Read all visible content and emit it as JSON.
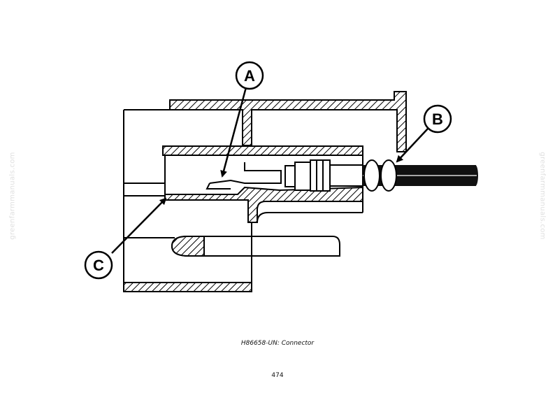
{
  "watermark": {
    "text": "greenfarmmanuals.com"
  },
  "diagram": {
    "callouts": [
      {
        "id": "a",
        "label": "A"
      },
      {
        "id": "b",
        "label": "B"
      },
      {
        "id": "c",
        "label": "C"
      }
    ]
  },
  "caption": "H86658-UN: Connector",
  "page_number": "474"
}
